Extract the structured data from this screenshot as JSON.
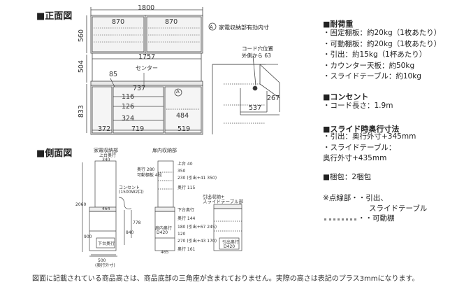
{
  "headings": {
    "front": "■正面図",
    "side": "■側面図"
  },
  "front_dims": {
    "total_width": "1800",
    "upper_left": "870",
    "upper_right": "870",
    "upper_height": "560",
    "mid_width": "1757",
    "gap_height": "504",
    "lower_height": "833",
    "d85": "85",
    "center": "センター",
    "d737": "737",
    "d116": "116",
    "d126": "126",
    "d324": "324",
    "d484": "484",
    "d372": "372",
    "d719": "719",
    "d519": "519",
    "circle_a": "A"
  },
  "detail": {
    "caption_mark": "A",
    "caption": "家電収納部有効内寸",
    "cord_note_1": "コード穴位置",
    "cord_note_2": "外側から 63",
    "d267": "267",
    "d537": "537"
  },
  "side_labels": {
    "appliance": "家電収納部",
    "interior": "扉内収納部",
    "top_shelf": "上台奥行",
    "top_depth": "340",
    "outlet": "コンセント",
    "outlet_pos": "(1500W2口)",
    "depth_total": "500",
    "depth_note": "(奥行外寸)",
    "d2060": "2060",
    "d464": "464",
    "d900": "900",
    "d778": "778",
    "d840": "840",
    "lower_depth": "下台奥行",
    "inner_depth": "扉内奥行",
    "inner_depth_val": "D420",
    "pullout": "引出収納+",
    "slide_table": "スライドテーブル部",
    "top_depth_lbl": "上台 40",
    "d350": "350",
    "d230": "230 (引出+41 350)",
    "d115": "奥行 115",
    "d144": "奥行 144",
    "d180": "180 (引出+67 245)",
    "d120": "120",
    "d270": "270 (引出+43 170)",
    "d161": "奥行 161",
    "d465": "465",
    "d_r1": "奥行 280",
    "d_r2": "可動棚板 4段",
    "d_b1": "引出奥行",
    "d_b2": "D420",
    "side_lbl_a": "下台奥行"
  },
  "specs": {
    "load_heading": "■耐荷重",
    "load_items": [
      "・固定棚板：約20kg（1枚あたり）",
      "・可動棚板：約20kg（1枚あたり）",
      "・引出：約15kg（1杯あたり）",
      "・カウンター天板：約50kg",
      "・スライドテーブル：約10kg"
    ],
    "outlet_heading": "■コンセント",
    "outlet_items": [
      "・コード長さ：1.9m"
    ],
    "slide_heading": "■スライド時奥行寸法",
    "slide_items": [
      "・引出：奥行外寸+345mm",
      "・スライドテーブル：",
      "奥行外寸+435mm"
    ],
    "package": "■梱包：2梱包",
    "dotted_legend_1": "※点線部・・引出、",
    "dotted_legend_2": "スライドテーブル",
    "dashed_legend": "・・可動棚"
  },
  "footer": "図面に記載されている商品高さは、商品底部の三角座が含まれておりません。実際の高さは表記のプラス3mmになります。"
}
